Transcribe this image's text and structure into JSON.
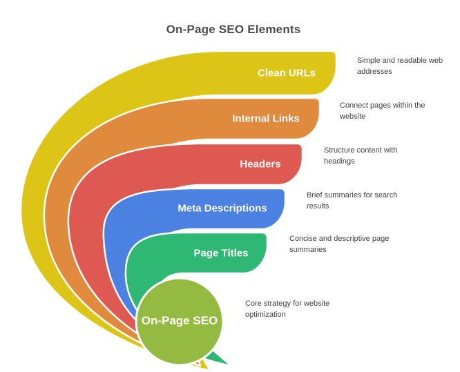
{
  "title": "On-Page SEO Elements",
  "segments": [
    {
      "label": "Clean URLs",
      "description": "Simple and readable web addresses",
      "color": "#dcc516"
    },
    {
      "label": "Internal Links",
      "description": "Connect pages within the website",
      "color": "#df8a3c"
    },
    {
      "label": "Headers",
      "description": "Structure content with headings",
      "color": "#de5951"
    },
    {
      "label": "Meta Descriptions",
      "description": "Brief summaries for search results",
      "color": "#4b81e1"
    },
    {
      "label": "Page Titles",
      "description": "Concise and descriptive page summaries",
      "color": "#2fb873"
    }
  ],
  "center": {
    "label": "On-Page SEO",
    "description": "Core strategy for website optimization",
    "color": "#95ba41"
  },
  "colors": {
    "background": "#ffffff",
    "title_text": "#4a4a4a",
    "description_text": "#414141",
    "segment_label_text": "#ffffff",
    "separator": "#ffffff"
  }
}
